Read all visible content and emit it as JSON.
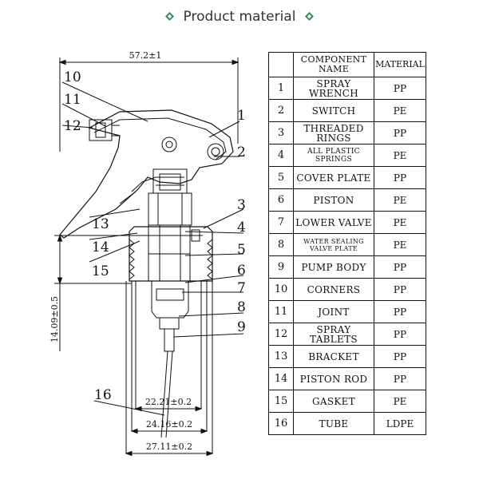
{
  "header": {
    "title": "Product material",
    "accent_color": "#2e8b57"
  },
  "diagram": {
    "dim_total_width": "57.2±1",
    "dim_height": "14.09±0.5",
    "dim_22": "22.21±0.2",
    "dim_24": "24.16±0.2",
    "dim_27": "27.11±0.2",
    "callouts": [
      "1",
      "2",
      "3",
      "4",
      "5",
      "6",
      "7",
      "8",
      "9",
      "10",
      "11",
      "12",
      "13",
      "14",
      "15",
      "16"
    ]
  },
  "table": {
    "headers": [
      "",
      "COMPONENT NAME",
      "MATERIAL"
    ],
    "rows": [
      {
        "no": "1",
        "name": "SPRAY  WRENCH",
        "material": "PP"
      },
      {
        "no": "2",
        "name": "SWITCH",
        "material": "PE"
      },
      {
        "no": "3",
        "name": "THREADED RINGS",
        "material": "PP"
      },
      {
        "no": "4",
        "name": "ALL PLASTIC SPRINGS",
        "material": "PE"
      },
      {
        "no": "5",
        "name": "COVER PLATE",
        "material": "PP"
      },
      {
        "no": "6",
        "name": "PISTON",
        "material": "PE"
      },
      {
        "no": "7",
        "name": "LOWER VALVE",
        "material": "PE"
      },
      {
        "no": "8",
        "name": "WATER SEALING VALVE PLATE",
        "material": "PE"
      },
      {
        "no": "9",
        "name": "PUMP BODY",
        "material": "PP"
      },
      {
        "no": "10",
        "name": "CORNERS",
        "material": "PP"
      },
      {
        "no": "11",
        "name": "JOINT",
        "material": "PP"
      },
      {
        "no": "12",
        "name": "SPRAY TABLETS",
        "material": "PP"
      },
      {
        "no": "13",
        "name": "BRACKET",
        "material": "PP"
      },
      {
        "no": "14",
        "name": "PISTON ROD",
        "material": "PP"
      },
      {
        "no": "15",
        "name": "GASKET",
        "material": "PE"
      },
      {
        "no": "16",
        "name": "TUBE",
        "material": "LDPE"
      }
    ]
  }
}
